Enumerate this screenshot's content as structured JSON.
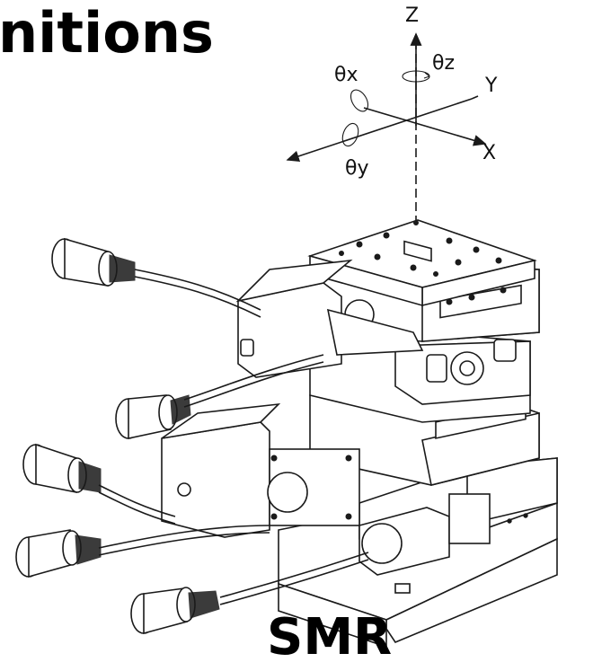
{
  "heading": {
    "text": "nitions"
  },
  "axes": {
    "z": "Z",
    "y": "Y",
    "x": "X",
    "theta_x": "θx",
    "theta_y": "θy",
    "theta_z": "θz"
  },
  "model": {
    "name": "SMR"
  },
  "colors": {
    "ink": "#1a1a1a",
    "background": "#ffffff"
  }
}
